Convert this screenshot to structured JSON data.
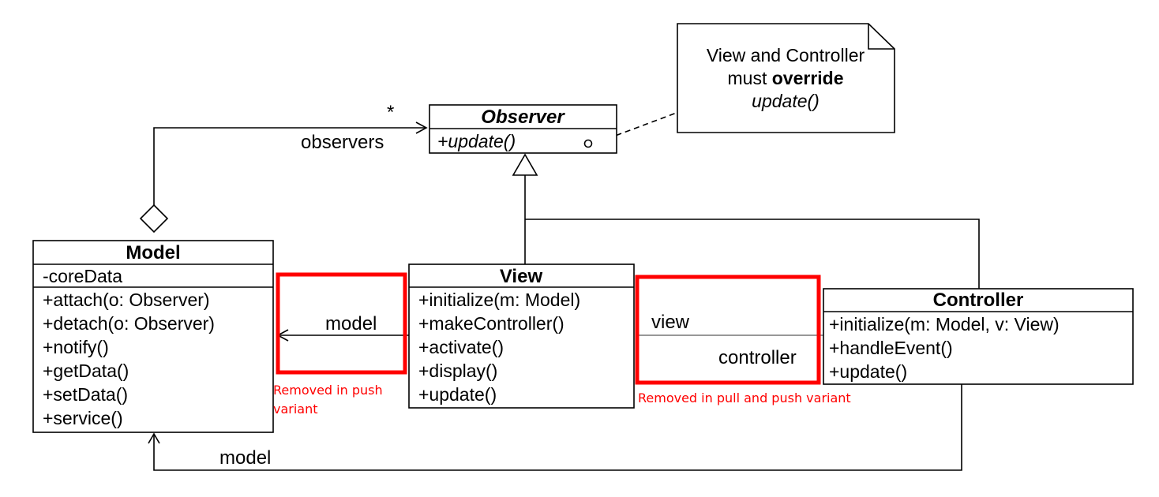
{
  "classes": {
    "observer": {
      "name": "Observer",
      "operations": [
        "+update()"
      ]
    },
    "model": {
      "name": "Model",
      "attributes": [
        "-coreData"
      ],
      "operations": [
        "+attach(o: Observer)",
        "+detach(o: Observer)",
        "+notify()",
        "+getData()",
        "+setData()",
        "+service()"
      ]
    },
    "view": {
      "name": "View",
      "operations": [
        "+initialize(m: Model)",
        "+makeController()",
        "+activate()",
        "+display()",
        "+update()"
      ]
    },
    "controller": {
      "name": "Controller",
      "operations": [
        "+initialize(m: Model, v: View)",
        "+handleEvent()",
        "+update()"
      ]
    }
  },
  "note": {
    "line1": "View and Controller",
    "line2_prefix": "must ",
    "line2_bold": "override",
    "line3": "update()"
  },
  "associations": {
    "observers_multiplicity": "*",
    "observers_role": "observers",
    "view_model_role": "model",
    "controller_view_role": "view",
    "view_controller_role": "controller",
    "controller_model_role": "model"
  },
  "annotations": {
    "push_line1": "Removed in push",
    "push_line2": "variant",
    "pull_push": "Removed in pull and push variant"
  },
  "colors": {
    "highlight": "#ff0000",
    "line": "#000000"
  }
}
